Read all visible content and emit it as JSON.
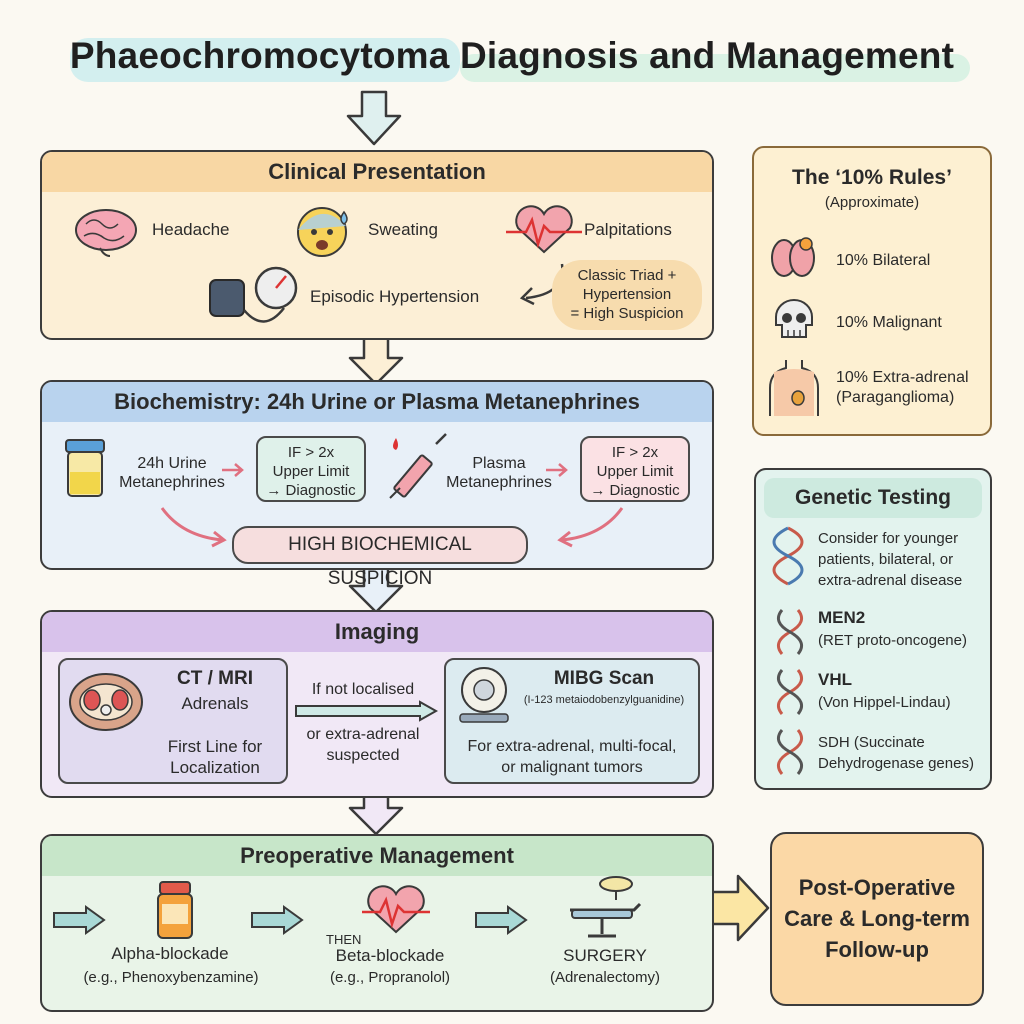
{
  "title": "Phaeochromocytoma Diagnosis and Management",
  "clinical": {
    "heading": "Clinical Presentation",
    "headache": "Headache",
    "sweating": "Sweating",
    "palpitations": "Palpitations",
    "hypertension": "Episodic Hypertension",
    "triad_line1": "Classic Triad +",
    "triad_line2": "Hypertension",
    "triad_line3": "= High Suspicion"
  },
  "biochem": {
    "heading": "Biochemistry: 24h Urine or Plasma Metanephrines",
    "urine_line1": "24h Urine",
    "urine_line2": "Metanephrines",
    "plasma_line1": "Plasma",
    "plasma_line2": "Metanephrines",
    "if_line1": "IF > 2x",
    "if_line2": "Upper Limit",
    "if_line3": "→ Diagnostic",
    "suspicion": "HIGH BIOCHEMICAL SUSPICION"
  },
  "imaging": {
    "heading": "Imaging",
    "ct_title": "CT / MRI",
    "ct_sub": "Adrenals",
    "ct_first1": "First Line for",
    "ct_first2": "Localization",
    "if_not1": "If not localised",
    "if_not2": "or extra-adrenal",
    "if_not3": "suspected",
    "mibg_title": "MIBG Scan",
    "mibg_sub": "(I-123 metaiodobenzylguanidine)",
    "mibg_for1": "For extra-adrenal, multi-focal,",
    "mibg_for2": "or malignant tumors"
  },
  "preop": {
    "heading": "Preoperative Management",
    "alpha": "Alpha-blockade",
    "alpha_eg": "(e.g., Phenoxybenzamine)",
    "then": "THEN",
    "beta": "Beta-blockade",
    "beta_eg": "(e.g., Propranolol)",
    "surgery": "SURGERY",
    "surgery_sub": "(Adrenalectomy)"
  },
  "postop": {
    "line1": "Post-Operative",
    "line2": "Care & Long-term",
    "line3": "Follow-up"
  },
  "rules": {
    "heading": "The ‘10% Rules’",
    "sub": "(Approximate)",
    "bilateral": "10% Bilateral",
    "malignant": "10% Malignant",
    "extra1": "10% Extra-adrenal",
    "extra2": "(Paraganglioma)"
  },
  "genetic": {
    "heading": "Genetic Testing",
    "consider1": "Consider for younger",
    "consider2": "patients, bilateral, or",
    "consider3": "extra-adrenal disease",
    "men2": "MEN2",
    "men2_sub": "(RET proto-oncogene)",
    "vhl": "VHL",
    "vhl_sub": "(Von Hippel-Lindau)",
    "sdh1": "SDH (Succinate",
    "sdh2": "Dehydrogenase genes)"
  },
  "colors": {
    "clinical_bg": "#fcefd6",
    "clinical_head": "#f8d7a4",
    "biochem_bg": "#e8f0f8",
    "biochem_head": "#b9d3ee",
    "imaging_bg": "#f1e8f6",
    "imaging_head": "#d8c2eb",
    "preop_bg": "#e9f4e8",
    "preop_head": "#c7e6c9",
    "postop_bg": "#fbd8a6",
    "rules_bg": "#fdf0d2",
    "genetic_bg": "#e3f3ee"
  },
  "icons": [
    "brain-icon",
    "sweat-face-icon",
    "heart-ecg-icon",
    "bp-cuff-icon",
    "urine-jar-icon",
    "syringe-icon",
    "ct-scan-icon",
    "mibg-scanner-icon",
    "pill-bottle-icon",
    "surgery-table-icon",
    "kidney-icon",
    "skull-icon",
    "torso-icon",
    "dna-icon"
  ]
}
